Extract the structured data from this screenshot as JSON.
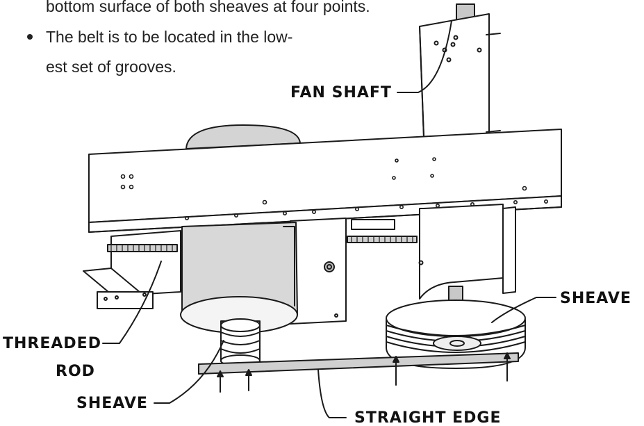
{
  "instructions": {
    "line_partial": "bottom surface of both sheaves at four points.",
    "bullet": {
      "line1": "The belt is to be located in the low-",
      "line2": "est set of grooves."
    }
  },
  "labels": {
    "fan_shaft": "FAN SHAFT",
    "sheave_right": "SHEAVE",
    "threaded_line1": "THREADED",
    "threaded_line2": "ROD",
    "sheave_left": "SHEAVE",
    "straight_edge": "STRAIGHT EDGE"
  }
}
